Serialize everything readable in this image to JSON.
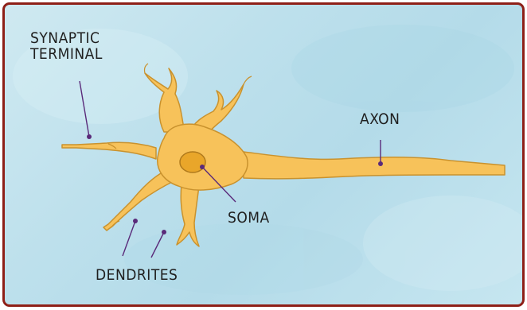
{
  "diagram": {
    "labels": {
      "synaptic_terminal_line1": "SYNAPTIC",
      "synaptic_terminal_line2": "TERMINAL",
      "axon": "AXON",
      "soma": "SOMA",
      "dendrites": "DENDRITES"
    },
    "colors": {
      "border": "#8e1f17",
      "cell_fill": "#f7c25a",
      "cell_stroke": "#c9922e",
      "nucleus": "#e9a62a",
      "pointer": "#5a2a7a",
      "text": "#1f1f1f"
    }
  }
}
